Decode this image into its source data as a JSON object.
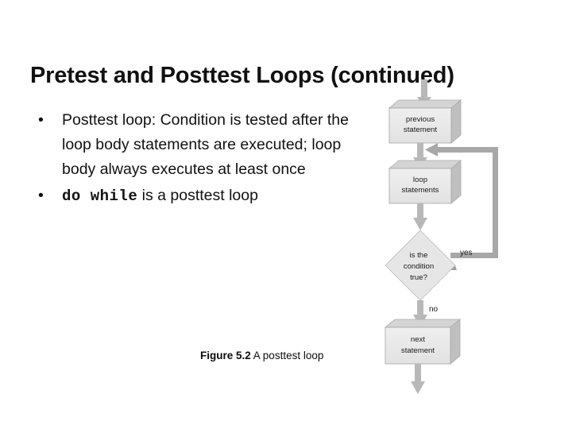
{
  "slide": {
    "title": "Pretest and Posttest Loops (continued)",
    "background_color": "#ffffff",
    "text_color": "#111111"
  },
  "body": {
    "bullet_marker": "•",
    "bullets": [
      {
        "id": "posttest-definition",
        "text": "Posttest loop: Condition is tested after the loop body statements are executed; loop body always executes at least once"
      },
      {
        "id": "do-while-note",
        "keyword": "do while",
        "text_after": " is a posttest loop"
      }
    ]
  },
  "figure": {
    "caption_strong": "Figure 5.2",
    "caption_rest": " A posttest loop"
  },
  "chart_data": {
    "type": "diagram",
    "diagram_kind": "flowchart",
    "title": "A posttest loop",
    "palette": {
      "node_face": "#e9e9e9",
      "node_top": "#d2d2d2",
      "node_side": "#bdbdbd",
      "node_stroke": "#9a9a9a",
      "arrow": "#b5b5b5",
      "arrow_dark": "#9e9e9e",
      "label_text": "#1a1a1a"
    },
    "nodes": [
      {
        "id": "previous",
        "shape": "process",
        "label_line1": "previous",
        "label_line2": "statement"
      },
      {
        "id": "loopbody",
        "shape": "process",
        "label_line1": "loop",
        "label_line2": "statements"
      },
      {
        "id": "condition",
        "shape": "decision",
        "label_line1": "is the",
        "label_line2": "condition",
        "label_line3": "true?"
      },
      {
        "id": "next",
        "shape": "process",
        "label_line1": "next",
        "label_line2": "statement"
      }
    ],
    "edges": [
      {
        "from": "entry",
        "to": "previous",
        "label": ""
      },
      {
        "from": "previous",
        "to": "loopbody",
        "label": ""
      },
      {
        "from": "loopbody",
        "to": "condition",
        "label": ""
      },
      {
        "from": "condition",
        "to": "loopbody",
        "label": "yes"
      },
      {
        "from": "condition",
        "to": "next",
        "label": "no"
      },
      {
        "from": "next",
        "to": "exit",
        "label": ""
      }
    ],
    "edge_labels": {
      "yes": "yes",
      "no": "no"
    }
  }
}
